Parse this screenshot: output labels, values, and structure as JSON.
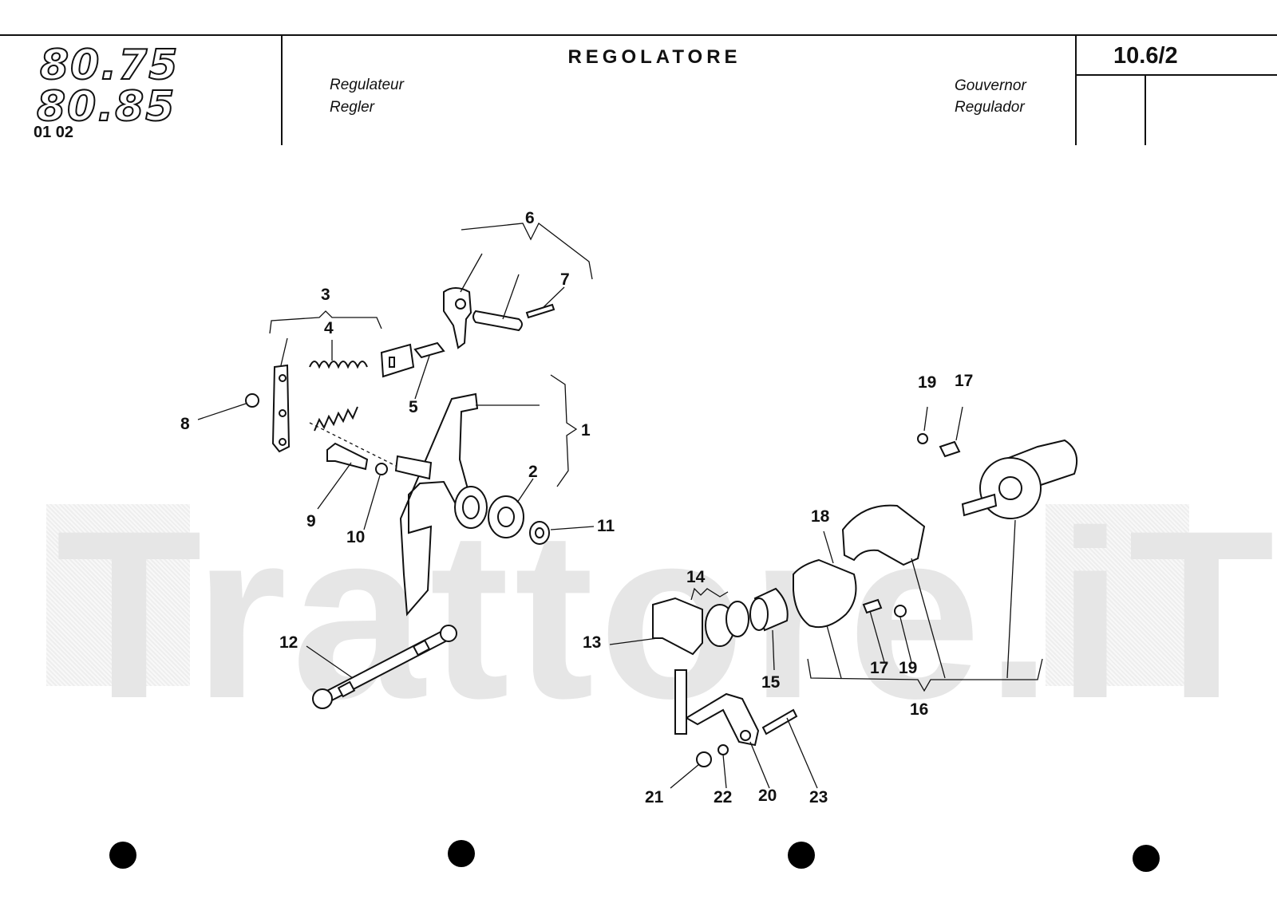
{
  "header": {
    "model_top": "80.75",
    "model_bottom": "80.85",
    "code": "01 02",
    "title": "REGOLATORE",
    "sub_fr": "Regulateur",
    "sub_de": "Regler",
    "sub_en": "Gouvernor",
    "sub_es": "Regulador",
    "page_number": "10.6/2"
  },
  "watermark": "Trattore.iT",
  "diagram": {
    "labels": [
      "1",
      "2",
      "3",
      "4",
      "5",
      "6",
      "7",
      "8",
      "9",
      "10",
      "11",
      "12",
      "13",
      "14",
      "15",
      "16",
      "17",
      "18",
      "19",
      "20",
      "21",
      "22",
      "23"
    ],
    "extra_labels": [
      "17",
      "19"
    ]
  }
}
